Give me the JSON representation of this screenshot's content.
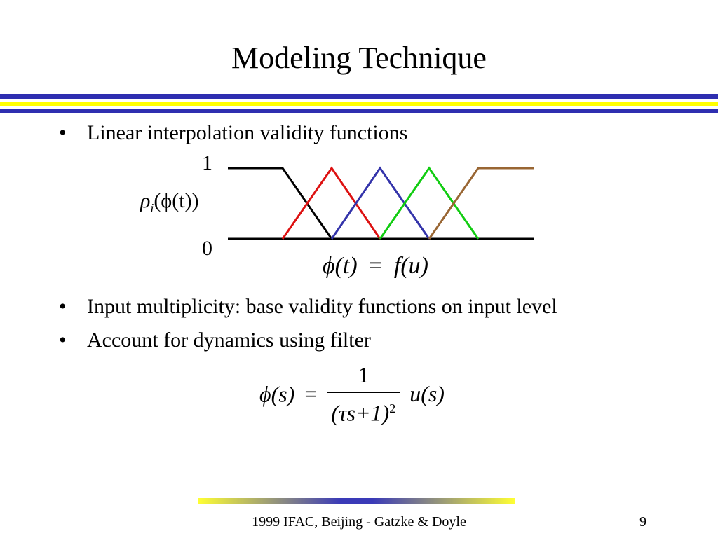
{
  "slide": {
    "title": "Modeling Technique",
    "bullets": [
      "Linear interpolation validity functions",
      "Input multiplicity: base validity functions on input level",
      "Account for dynamics using filter"
    ],
    "bullet_symbol": "•"
  },
  "figure": {
    "y_tick_top": "1",
    "y_tick_bottom": "0",
    "y_axis_label": {
      "rho": "ρ",
      "sub_i": "i",
      "phi_t": "(ϕ(t))"
    },
    "x_equation": {
      "lhs": "ϕ(t)",
      "eq": "=",
      "rhs": "f(u)"
    },
    "colors": {
      "black": "#000000",
      "red": "#dd1111",
      "blue": "#3333aa",
      "green": "#11cc11",
      "brown": "#996633"
    }
  },
  "filter_equation": {
    "lhs": "ϕ(s)",
    "eq": "=",
    "numerator": "1",
    "denominator": "(τs+1)",
    "exponent": "2",
    "rhs": "u(s)"
  },
  "footer": {
    "text": "1999 IFAC, Beijing - Gatzke & Doyle",
    "page_number": "9"
  },
  "theme": {
    "rule_blue": "#2e2eb0",
    "rule_yellow": "#ffff00"
  }
}
